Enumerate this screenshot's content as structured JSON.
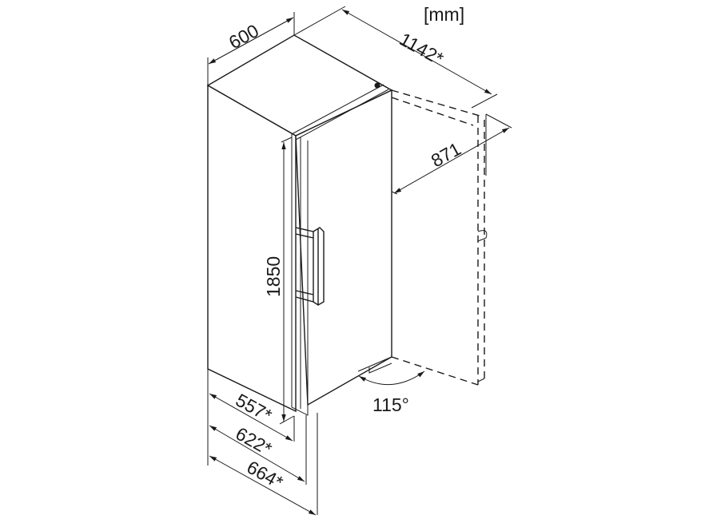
{
  "unit_label": "[mm]",
  "dimensions": {
    "width": "600",
    "depth_door_open": "1142*",
    "door_open_clearance": "871",
    "height": "1850",
    "depth_body": "557*",
    "depth_with_door": "622*",
    "depth_with_handle": "664*",
    "door_opening_angle": "115°"
  }
}
